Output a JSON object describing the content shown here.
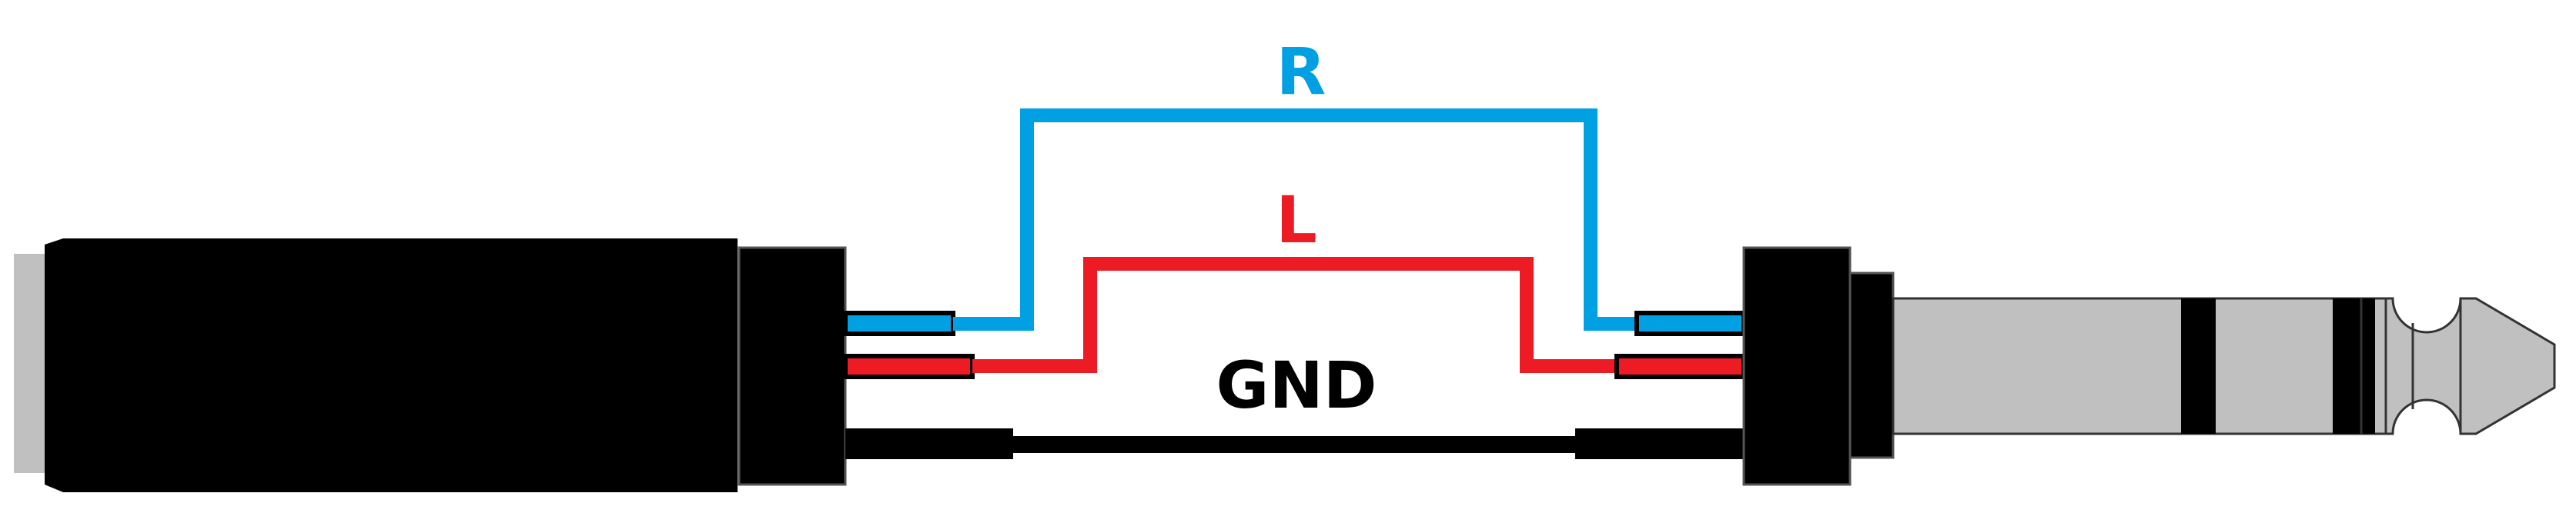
{
  "labels": {
    "r": "R",
    "l": "L",
    "gnd": "GND"
  },
  "colors": {
    "right_channel": "#00A0E3",
    "left_channel": "#ED1C24",
    "ground": "#000000",
    "plug_metal": "#C0C0C0",
    "connector_body": "#000000",
    "outline": "#333333",
    "background": "#FFFFFF"
  }
}
